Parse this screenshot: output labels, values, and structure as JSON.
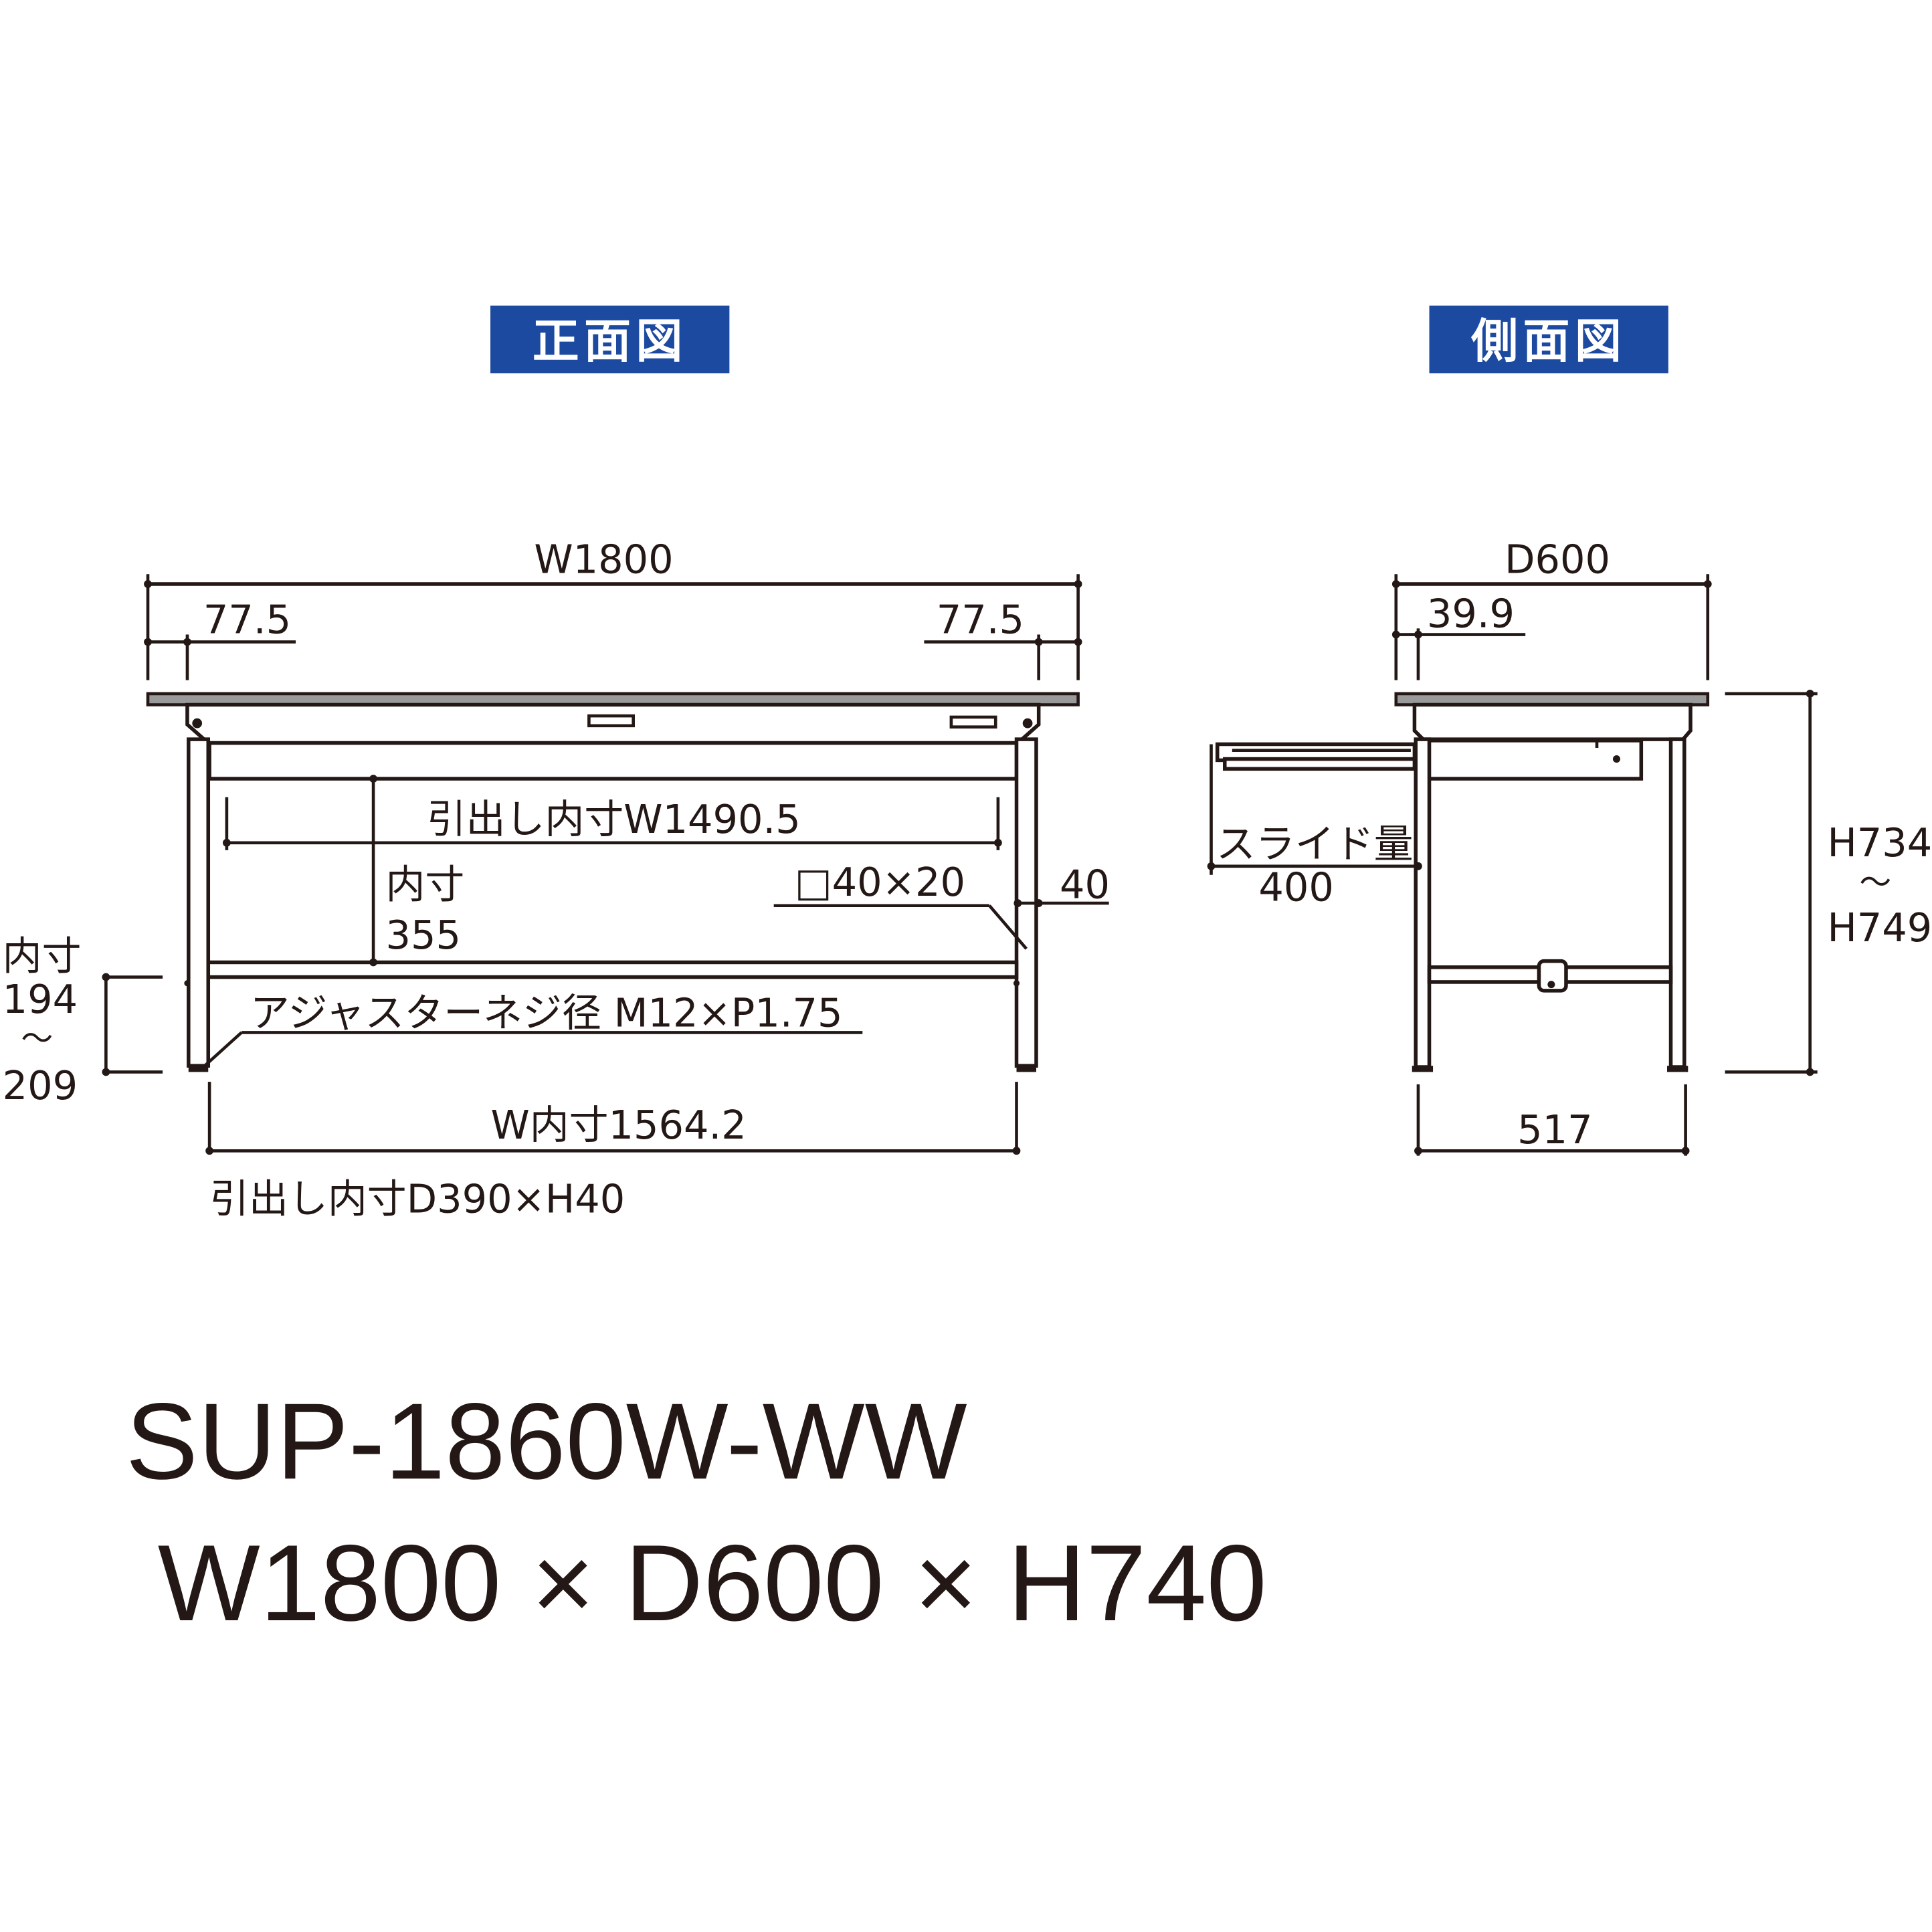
{
  "headers": {
    "front": "正面図",
    "side": "側面図",
    "header_color": "#1c4aa0"
  },
  "front": {
    "width": "W1800",
    "leg_offset_left": "77.5",
    "leg_offset_right": "77.5",
    "drawer_inner_width": "引出し内寸W1490.5",
    "inner_height_label": "内寸",
    "inner_height_value": "355",
    "pipe": "□40×20",
    "frame_height": "40",
    "underside_label": "内寸",
    "underside_min": "194",
    "underside_tilde": "～",
    "underside_max": "209",
    "adjuster": "アジャスターネジ径 M12×P1.75",
    "inner_width": "W内寸1564.2",
    "drawer_inner": "引出し内寸D390×H40"
  },
  "side": {
    "depth": "D600",
    "offset": "39.9",
    "slide_label": "スライド量",
    "slide_value": "400",
    "height_min": "H734",
    "height_tilde": "～",
    "height_max": "H749",
    "base_depth": "517"
  },
  "model": {
    "code": "SUP-1860W-WW",
    "size": "W1800 × D600 × H740"
  }
}
